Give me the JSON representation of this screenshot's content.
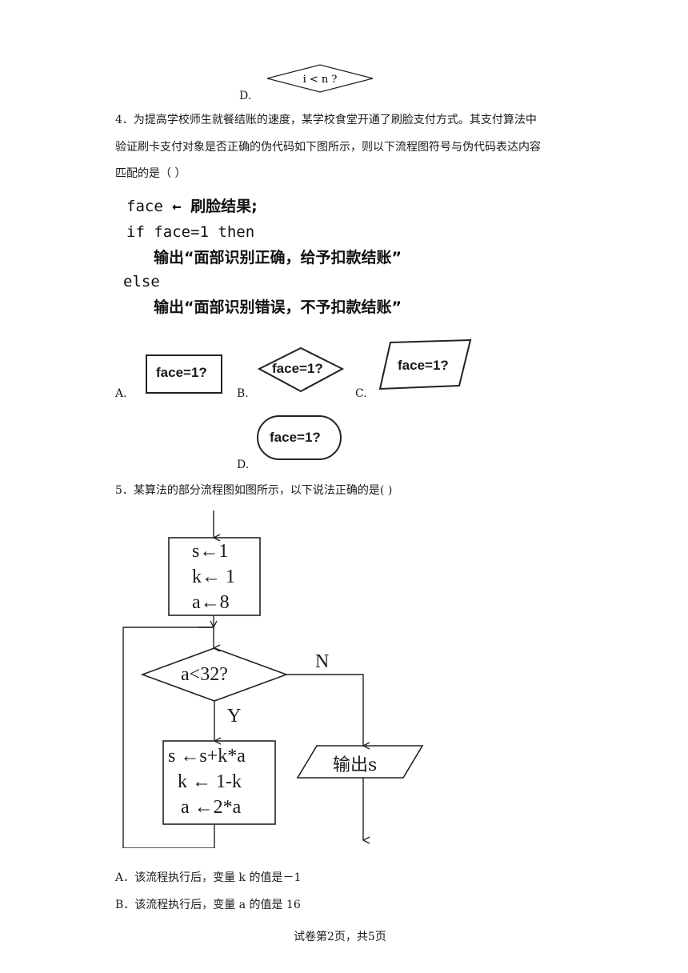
{
  "d_option_prev": {
    "label": "D.",
    "shape_text": "i < n ?"
  },
  "q4": {
    "line1": "4．为提高学校师生就餐结账的速度，某学校食堂开通了刷脸支付方式。其支付算法中",
    "line2": "验证刷卡支付对象是否正确的伪代码如下图所示，则以下流程图符号与伪代码表达内容",
    "line3": "匹配的是（    ）",
    "code": {
      "line1_var": "face",
      "line1_arrow": "←",
      "line1_rest": "刷脸结果;",
      "line2": "if face=1 then",
      "line3": "输出“面部识别正确，给予扣款结账”",
      "line4": "else",
      "line5": "输出“面部识别错误，不予扣款结账”"
    },
    "options": [
      {
        "label": "A.",
        "shape": "rectangle",
        "text": "face=1?"
      },
      {
        "label": "B.",
        "shape": "diamond",
        "text": "face=1?"
      },
      {
        "label": "C.",
        "shape": "parallelogram",
        "text": "face=1?"
      },
      {
        "label": "D.",
        "shape": "rounded",
        "text": "face=1?"
      }
    ]
  },
  "q5": {
    "stem": "5．某算法的部分流程图如图所示，以下说法正确的是(        )",
    "flow": {
      "init": [
        "s←1",
        "k← 1",
        "a←8"
      ],
      "cond": "a<32?",
      "yes": "Y",
      "no": "N",
      "body": [
        "s ←s+k*a",
        "k ← 1-k",
        "a ←2*a"
      ],
      "output": "输出s"
    },
    "options": [
      {
        "label": "A．该流程执行后，变量 k 的值是－1"
      },
      {
        "label": "B．该流程执行后，变量 a 的值是 16"
      }
    ]
  },
  "footer": {
    "text": "试卷第2页，共5页"
  }
}
